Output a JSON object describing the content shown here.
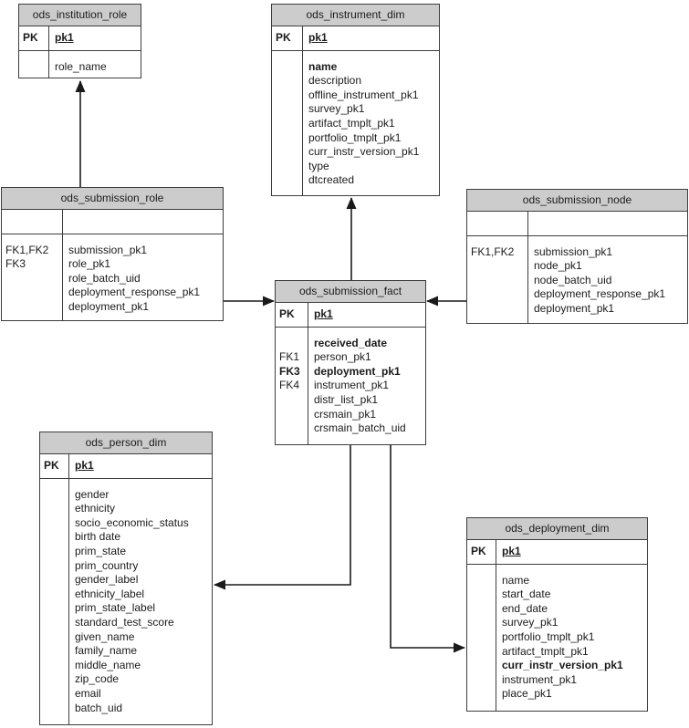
{
  "diagram": {
    "type": "entity-relationship",
    "colors": {
      "background": "#ffffff",
      "entity_header_fill": "#cccccc",
      "entity_border": "#3d3d3d",
      "connector_line": "#1a1a1a",
      "text": "#1b1b1b"
    },
    "entities": [
      {
        "id": "ods_institution_role",
        "title": "ods_institution_role",
        "pk": [
          {
            "key": "PK",
            "field": "pk1"
          }
        ],
        "rows": [
          {
            "key": "",
            "field": "role_name"
          }
        ]
      },
      {
        "id": "ods_instrument_dim",
        "title": "ods_instrument_dim",
        "pk": [
          {
            "key": "PK",
            "field": "pk1"
          }
        ],
        "rows": [
          {
            "key": "",
            "field": "name",
            "bold": true
          },
          {
            "key": "",
            "field": "description"
          },
          {
            "key": "",
            "field": "offline_instrument_pk1"
          },
          {
            "key": "",
            "field": "survey_pk1"
          },
          {
            "key": "",
            "field": "artifact_tmplt_pk1"
          },
          {
            "key": "",
            "field": "portfolio_tmplt_pk1"
          },
          {
            "key": "",
            "field": "curr_instr_version_pk1"
          },
          {
            "key": "",
            "field": "type"
          },
          {
            "key": "",
            "field": "dtcreated"
          }
        ]
      },
      {
        "id": "ods_submission_role",
        "title": "ods_submission_role",
        "pk": [
          {
            "key": "",
            "field": ""
          }
        ],
        "rows": [
          {
            "key": "FK1,FK2",
            "field": "submission_pk1"
          },
          {
            "key": "FK3",
            "field": "role_pk1"
          },
          {
            "key": "",
            "field": "role_batch_uid"
          },
          {
            "key": "",
            "field": "deployment_response_pk1"
          },
          {
            "key": "",
            "field": "deployment_pk1"
          }
        ]
      },
      {
        "id": "ods_submission_node",
        "title": "ods_submission_node",
        "pk": [
          {
            "key": "",
            "field": ""
          }
        ],
        "rows": [
          {
            "key": "FK1,FK2",
            "field": "submission_pk1"
          },
          {
            "key": "",
            "field": "node_pk1"
          },
          {
            "key": "",
            "field": "node_batch_uid"
          },
          {
            "key": "",
            "field": "deployment_response_pk1"
          },
          {
            "key": "",
            "field": "deployment_pk1"
          }
        ]
      },
      {
        "id": "ods_submission_fact",
        "title": "ods_submission_fact",
        "pk": [
          {
            "key": "PK",
            "field": "pk1"
          }
        ],
        "rows": [
          {
            "key": "",
            "field": "received_date",
            "bold": true
          },
          {
            "key": "FK1",
            "field": "person_pk1"
          },
          {
            "key": "FK3",
            "key_bold": true,
            "field": "deployment_pk1",
            "bold": true
          },
          {
            "key": "FK4",
            "field": "instrument_pk1"
          },
          {
            "key": "",
            "field": "distr_list_pk1"
          },
          {
            "key": "",
            "field": "crsmain_pk1"
          },
          {
            "key": "",
            "field": "crsmain_batch_uid"
          }
        ]
      },
      {
        "id": "ods_person_dim",
        "title": "ods_person_dim",
        "pk": [
          {
            "key": "PK",
            "field": "pk1"
          }
        ],
        "rows": [
          {
            "key": "",
            "field": "gender"
          },
          {
            "key": "",
            "field": "ethnicity"
          },
          {
            "key": "",
            "field": "socio_economic_status"
          },
          {
            "key": "",
            "field": "birth date"
          },
          {
            "key": "",
            "field": "prim_state"
          },
          {
            "key": "",
            "field": "prim_country"
          },
          {
            "key": "",
            "field": "gender_label"
          },
          {
            "key": "",
            "field": "ethnicity_label"
          },
          {
            "key": "",
            "field": "prim_state_label"
          },
          {
            "key": "",
            "field": "standard_test_score"
          },
          {
            "key": "",
            "field": "given_name"
          },
          {
            "key": "",
            "field": "family_name"
          },
          {
            "key": "",
            "field": "middle_name"
          },
          {
            "key": "",
            "field": "zip_code"
          },
          {
            "key": "",
            "field": "email"
          },
          {
            "key": "",
            "field": "batch_uid"
          }
        ]
      },
      {
        "id": "ods_deployment_dim",
        "title": "ods_deployment_dim",
        "pk": [
          {
            "key": "PK",
            "field": "pk1"
          }
        ],
        "rows": [
          {
            "key": "",
            "field": "name"
          },
          {
            "key": "",
            "field": "start_date"
          },
          {
            "key": "",
            "field": "end_date"
          },
          {
            "key": "",
            "field": "survey_pk1"
          },
          {
            "key": "",
            "field": "portfolio_tmplt_pk1"
          },
          {
            "key": "",
            "field": "artifact_tmplt_pk1"
          },
          {
            "key": "",
            "field": "curr_instr_version_pk1",
            "bold": true
          },
          {
            "key": "",
            "field": "instrument_pk1"
          },
          {
            "key": "",
            "field": "place_pk1"
          }
        ]
      }
    ],
    "relationships": [
      {
        "from": "ods_submission_role",
        "to": "ods_institution_role"
      },
      {
        "from": "ods_submission_fact",
        "to": "ods_instrument_dim"
      },
      {
        "from": "ods_submission_role",
        "to": "ods_submission_fact"
      },
      {
        "from": "ods_submission_node",
        "to": "ods_submission_fact"
      },
      {
        "from": "ods_submission_fact",
        "to": "ods_person_dim"
      },
      {
        "from": "ods_submission_fact",
        "to": "ods_deployment_dim"
      }
    ]
  }
}
